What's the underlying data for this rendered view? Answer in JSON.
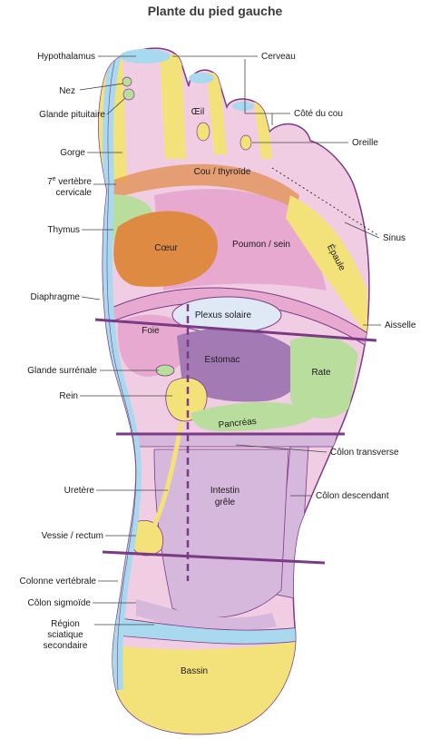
{
  "title": "Plante du pied gauche",
  "labels_left": {
    "hypothalamus": "Hypothalamus",
    "nez": "Nez",
    "glande_pituitaire": "Glande pituitaire",
    "gorge": "Gorge",
    "vertebre_num": "7",
    "vertebre_sup": "e",
    "vertebre_rest": " vertèbre",
    "cervicale": "cervicale",
    "thymus": "Thymus",
    "diaphragme": "Diaphragme",
    "glande_surrenale": "Glande surrénale",
    "rein": "Rein",
    "uretere": "Uretère",
    "vessie_rectum": "Vessie / rectum",
    "colonne_vertebrale": "Colonne vertébrale",
    "colon_sigmoide": "Côlon sigmoïde",
    "region_l1": "Région",
    "region_l2": "sciatique",
    "region_l3": "secondaire"
  },
  "labels_right": {
    "cerveau": "Cerveau",
    "cote_du_cou": "Côté du cou",
    "oreille": "Oreille",
    "sinus": "Sinus",
    "aisselle": "Aisselle",
    "colon_transverse": "Côlon transverse",
    "colon_descendant": "Côlon descendant"
  },
  "zone_labels": {
    "oeil": "Œil",
    "cou_thyroide": "Cou / thyroïde",
    "coeur": "Cœur",
    "poumon_sein": "Poumon / sein",
    "epaule": "Épaule",
    "plexus_solaire": "Plexus solaire",
    "foie": "Foie",
    "estomac": "Estomac",
    "rate": "Rate",
    "pancreas": "Pancréas",
    "intestin_l1": "Intestin",
    "intestin_l2": "grêle",
    "bassin": "Bassin"
  },
  "colors": {
    "skin_pink": "#f1cde3",
    "deep_pink": "#e7a9cf",
    "yellow": "#f3e27a",
    "blue": "#a9d9ee",
    "green": "#b9dd9d",
    "orange": "#df8a43",
    "purple": "#a47ab5",
    "lilac": "#d6b8dc",
    "line_purple": "#7b3a86"
  }
}
